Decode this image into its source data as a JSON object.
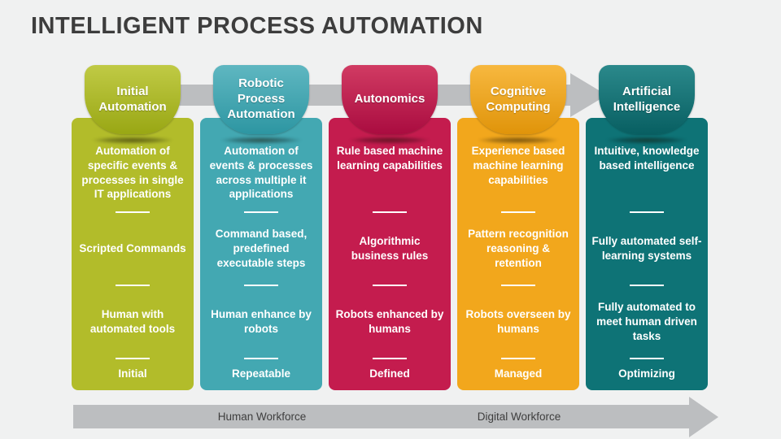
{
  "slide": {
    "title": "INTELLIGENT PROCESS AUTOMATION",
    "background_color": "#f0f1f1",
    "title_color": "#3d3d3d"
  },
  "arrows": {
    "color": "#bcbec0",
    "bottom_left_label": "Human Workforce",
    "bottom_right_label": "Digital Workforce"
  },
  "columns": [
    {
      "header": "Initial Automation",
      "items": [
        "Automation of specific events & processes in single IT applications",
        "Scripted Commands",
        "Human with automated tools"
      ],
      "footer": "Initial",
      "colors": {
        "card": "#b2bc2a",
        "tab_top": "#c0ca45",
        "tab_bottom": "#99a714"
      }
    },
    {
      "header": "Robotic Process Automation",
      "items": [
        "Automation of events & processes across multiple it applications",
        "Command based, predefined executable steps",
        "Human enhance by robots"
      ],
      "footer": "Repeatable",
      "colors": {
        "card": "#43a8b2",
        "tab_top": "#5fb7c1",
        "tab_bottom": "#2d96a2"
      }
    },
    {
      "header": "Autonomics",
      "items": [
        "Rule based machine learning capabilities",
        "Algorithmic business rules",
        "Robots enhanced by humans"
      ],
      "footer": "Defined",
      "colors": {
        "card": "#c41c4e",
        "tab_top": "#d13b63",
        "tab_bottom": "#aa0c40"
      }
    },
    {
      "header": "Cognitive Computing",
      "items": [
        "Experience based machine learning capabilities",
        "Pattern recognition reasoning & retention",
        "Robots overseen by humans"
      ],
      "footer": "Managed",
      "colors": {
        "card": "#f2a71c",
        "tab_top": "#f7b83f",
        "tab_bottom": "#e0940a"
      }
    },
    {
      "header": "Artificial Intelligence",
      "items": [
        "Intuitive, knowledge based intelligence",
        "Fully automated self-learning systems",
        "Fully automated to meet human driven tasks"
      ],
      "footer": "Optimizing",
      "colors": {
        "card": "#0e7376",
        "tab_top": "#2b898b",
        "tab_bottom": "#085f62"
      }
    }
  ]
}
